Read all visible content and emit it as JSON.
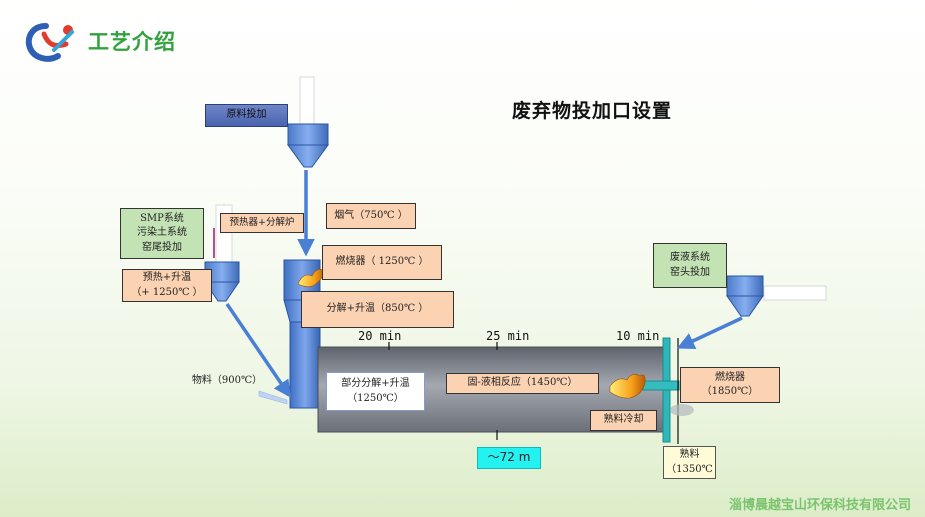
{
  "header": {
    "title": "工艺介绍",
    "company": "淄博晨越宝山环保科技有限公司"
  },
  "diagram": {
    "title": "废弃物投加口设置",
    "labels": {
      "raw_material_feed": "原料投加",
      "preheater_calciner": "预热器+分解炉",
      "flue_gas": "烟气（750℃ ）",
      "burner_top": "燃烧器（ 1250℃ ）",
      "decompose_heat": "分解+升温（850℃ ）",
      "smp_systems": "SMP系统\n污染土系统\n窑尾投加",
      "preheat_heat": "预热+升温\n（+ 1250℃ ）",
      "material_temp": "物料（900℃）",
      "partial_decomp": "部分分解+升温\n（1250℃）",
      "solid_liquid": "固-液相反应（1450℃）",
      "clinker_cooling": "熟料冷却",
      "waste_liquid": "废液系统\n窑头投加",
      "burner_right": "燃烧器\n（1850℃）",
      "clinker": "熟料\n（1350℃",
      "kiln_length": "～72 m",
      "time_20": "20 min",
      "time_25": "25 min",
      "time_10": "10 min"
    }
  },
  "colors": {
    "accent_green": "#31a23d",
    "hopper_blue": "#5b86cf",
    "kiln_gray": "#8a8f99"
  }
}
